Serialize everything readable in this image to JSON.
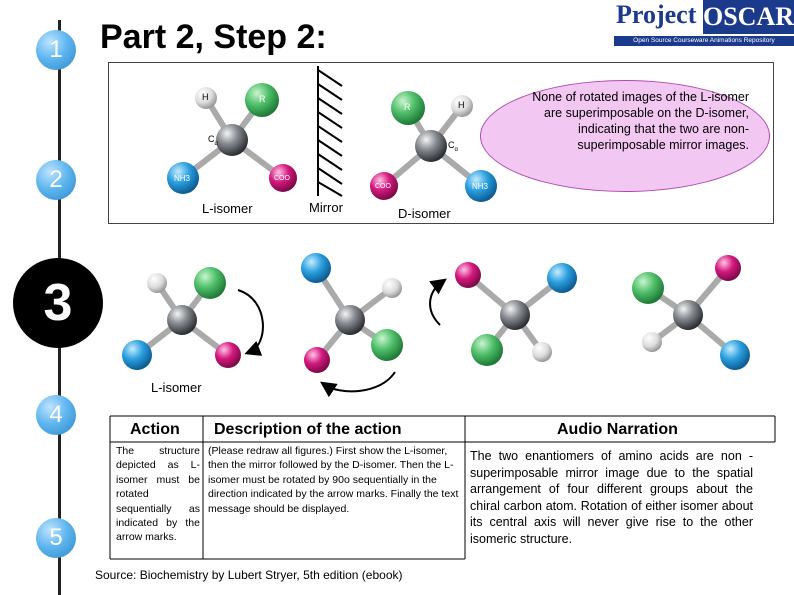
{
  "title": "Part 2, Step 2:",
  "logo": {
    "word1": "Project",
    "word2": "OSCAR",
    "tagline": "Open Source Courseware Animations Repository"
  },
  "steps": [
    "1",
    "2",
    "3",
    "4",
    "5"
  ],
  "bubble": "None of rotated images of the L-isomer are superimposable on the D-isomer, indicating that the two are non-superimposable mirror images.",
  "labels": {
    "l_isomer": "L-isomer",
    "mirror": "Mirror",
    "d_isomer": "D-isomer",
    "l_isomer_bottom": "L-isomer"
  },
  "atoms": {
    "h": "H",
    "r": "R",
    "c": "C",
    "ca": "α",
    "nh3": "NH3",
    "nh3_plus": "+",
    "coo": "COO",
    "coo_minus": "−"
  },
  "table": {
    "headers": {
      "action": "Action",
      "description": "Description of the action",
      "audio": "Audio Narration"
    },
    "action": "The structure depicted as L-isomer must be rotated sequentially as indicated by the arrow marks.",
    "description": "(Please redraw all figures.) First show the L-isomer, then the mirror followed by the D-isomer. Then the L-isomer must be rotated by 90o sequentially in the direction indicated by the arrow marks. Finally the text message should be displayed.",
    "audio": "The two enantiomers of amino acids are non -superimposable mirror image due to the spatial arrangement of four different groups about the chiral carbon atom. Rotation of either isomer about its central axis will never give rise to the other isomeric structure."
  },
  "source": "Source: Biochemistry by Lubert Stryer, 5th edition (ebook)",
  "colors": {
    "carbon": "#707478",
    "hydrogen": "#e8e8e8",
    "r_group": "#4fbf6a",
    "nh3": "#2b9fdf",
    "coo": "#d4187e",
    "step_circle": "#3a97d8",
    "bubble": "#f2c7f2"
  }
}
